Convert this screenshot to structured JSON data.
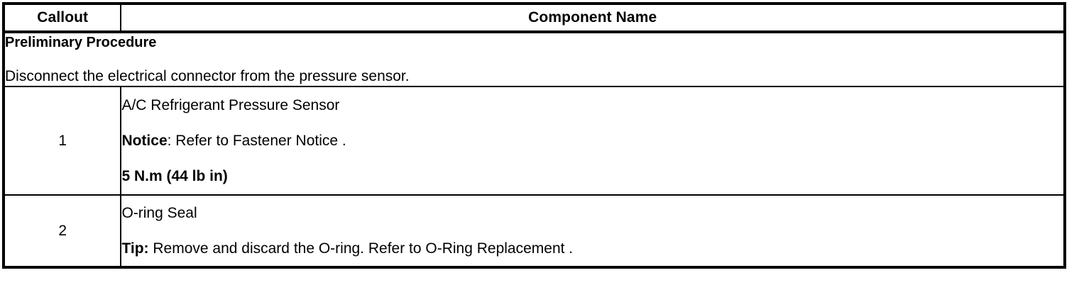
{
  "table": {
    "headers": {
      "callout": "Callout",
      "component_name": "Component Name"
    },
    "preliminary": {
      "title": "Preliminary Procedure",
      "text": "Disconnect the electrical connector from the pressure sensor."
    },
    "rows": [
      {
        "callout": "1",
        "name": "A/C Refrigerant Pressure Sensor",
        "notice_label": "Notice",
        "notice_text": ": Refer to Fastener Notice .",
        "torque": "5 N.m (44 lb in)"
      },
      {
        "callout": "2",
        "name": "O-ring Seal",
        "tip_label": "Tip:",
        "tip_text": " Remove and discard the O-ring. Refer to O-Ring Replacement ."
      }
    ]
  },
  "colors": {
    "border": "#000000",
    "text": "#000000",
    "background": "#ffffff"
  }
}
